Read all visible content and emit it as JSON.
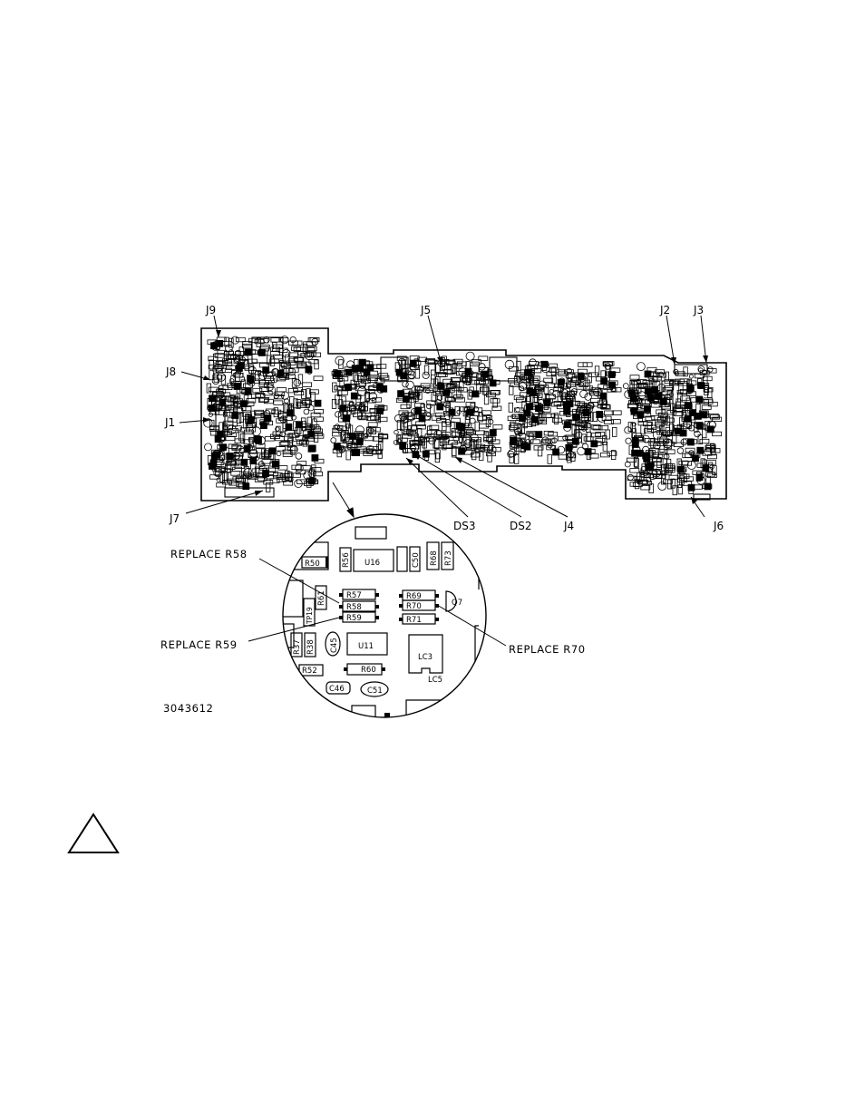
{
  "board_labels": {
    "j9": "J9",
    "j5": "J5",
    "j2": "J2",
    "j3": "J3",
    "j8": "J8",
    "j1": "J1",
    "j7": "J7",
    "ds3": "DS3",
    "ds2": "DS2",
    "j4": "J4",
    "j6": "J6"
  },
  "callouts": {
    "replace_r58": "REPLACE R58",
    "replace_r59": "REPLACE R59",
    "replace_r70": "REPLACE R70"
  },
  "detail_refs": {
    "r50": "R50",
    "u16": "U16",
    "r56": "R56",
    "c50": "C50",
    "r68": "R68",
    "r73": "R73",
    "r61": "R61",
    "r57": "R57",
    "r58": "R58",
    "r59": "R59",
    "r69": "R69",
    "r70": "R70",
    "r71": "R71",
    "q7": "Q7",
    "tp19": "TP19",
    "r37": "R37",
    "r38": "R38",
    "c45": "C45",
    "u11": "U11",
    "lc3": "LC3",
    "lc5": "LC5",
    "r52": "R52",
    "r60": "R60",
    "c46": "C46",
    "c51": "C51"
  },
  "drawing_number": "3043612",
  "warning_symbol": "caution-triangle"
}
